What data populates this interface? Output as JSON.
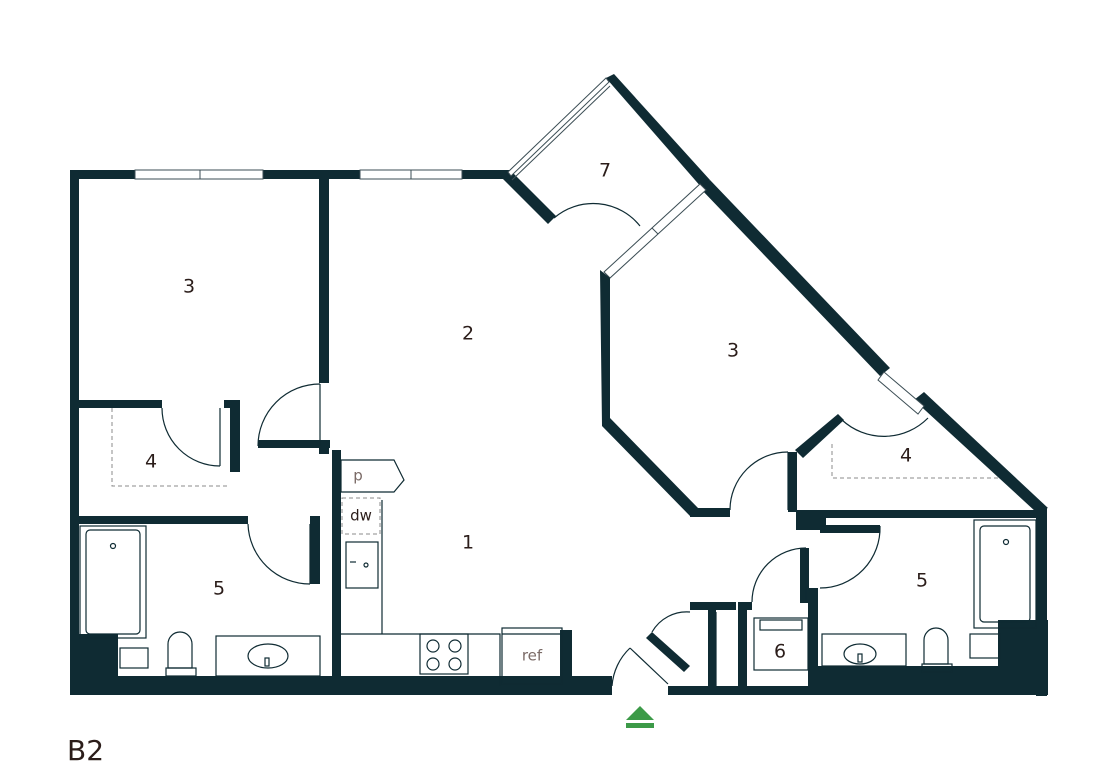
{
  "unit": {
    "name": "B2"
  },
  "colors": {
    "wall": "#0f2b33",
    "entry_arrow": "#3c9a48",
    "label": "#2b1d1a",
    "fixture_label": "#7a6a66"
  },
  "rooms": {
    "living": "1",
    "dining": "2",
    "bedroom_left": "3",
    "bedroom_right": "3",
    "closet_left": "4",
    "closet_right": "4",
    "bath_left": "5",
    "bath_right": "5",
    "laundry": "6",
    "balcony": "7"
  },
  "fixtures": {
    "pantry": "p",
    "dishwasher": "dw",
    "refrigerator": "ref"
  },
  "icons": {
    "entry": "entry-arrow-icon"
  }
}
